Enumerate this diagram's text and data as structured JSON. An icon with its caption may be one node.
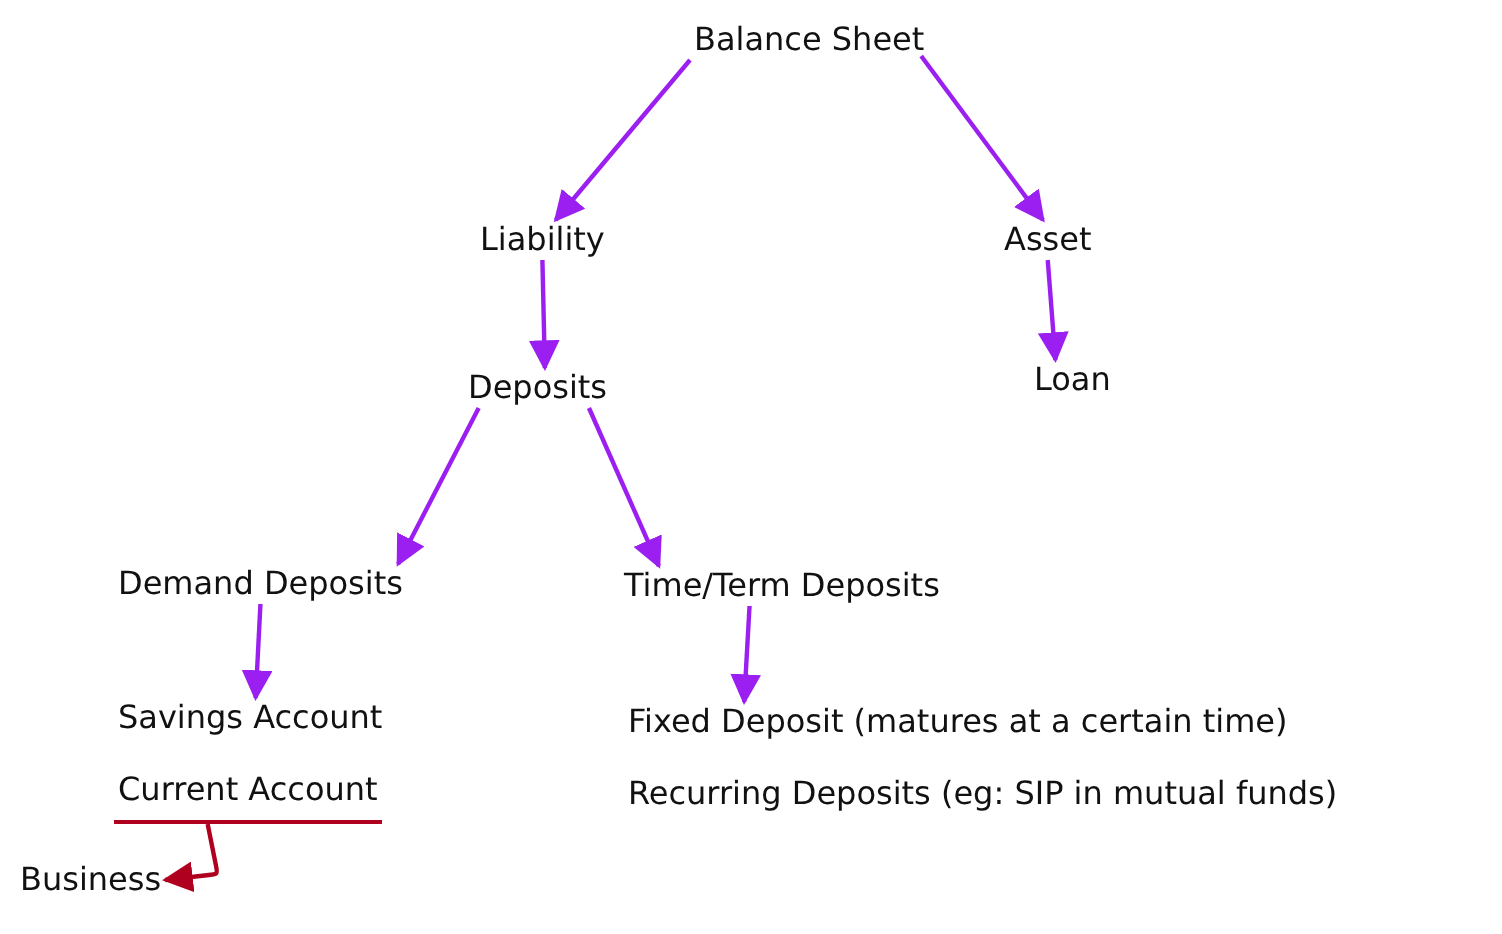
{
  "diagram": {
    "nodes": [
      {
        "text": [
          "Balance Sheet"
        ]
      },
      {
        "text": [
          "Liability"
        ]
      },
      {
        "text": [
          "Asset"
        ]
      },
      {
        "text": [
          "Loan"
        ]
      },
      {
        "text": [
          "Deposits"
        ]
      },
      {
        "text": [
          "Demand Deposits"
        ]
      },
      {
        "text": [
          "Time/Term Deposits"
        ]
      },
      {
        "text": [
          "Savings Account"
        ]
      },
      {
        "text": [
          "Current Account"
        ]
      },
      {
        "text": [
          "Fixed Deposit (matures at a certain time)"
        ]
      },
      {
        "text": [
          "Recurring Deposits (eg: SIP in mutual funds)"
        ]
      },
      {
        "text": [
          "Business"
        ]
      }
    ],
    "edges": [
      {
        "from": 0,
        "to": 1,
        "arrow": "to"
      },
      {
        "from": 0,
        "to": 2,
        "arrow": "to"
      },
      {
        "from": 2,
        "to": 3,
        "arrow": "to"
      },
      {
        "from": 1,
        "to": 4,
        "arrow": "to"
      },
      {
        "from": 4,
        "to": 5,
        "arrow": "to"
      },
      {
        "from": 4,
        "to": 6,
        "arrow": "to"
      },
      {
        "from": 5,
        "to": 7,
        "arrow": "to"
      },
      {
        "from": 6,
        "to": 9,
        "arrow": "to"
      },
      {
        "from": 8,
        "to": 11,
        "arrow": "to",
        "color": "#b00020"
      }
    ]
  }
}
